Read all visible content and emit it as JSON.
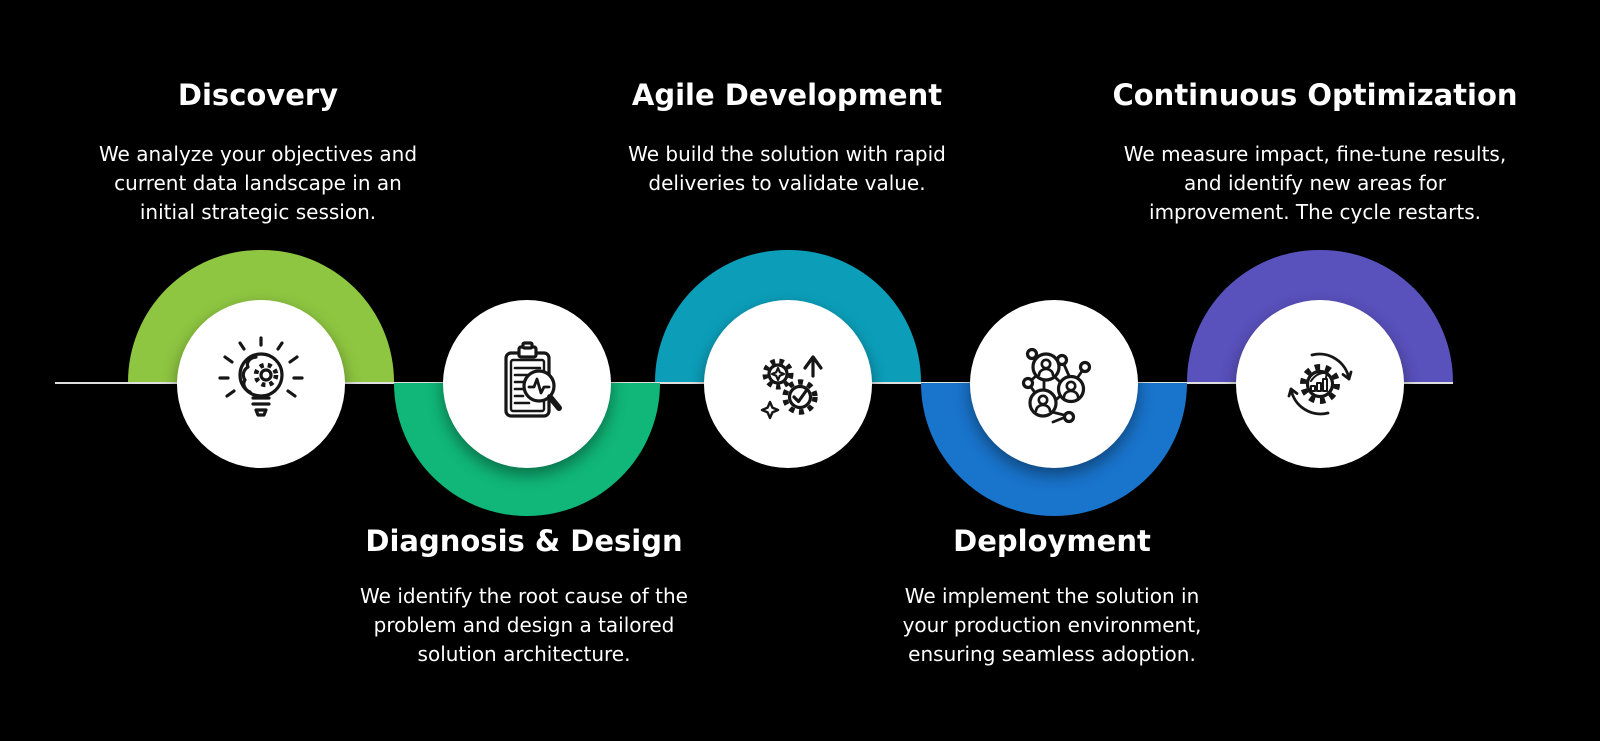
{
  "diagram": {
    "background_color": "#000000",
    "baseline_color": "#f2f2f2",
    "text_color": "#ffffff",
    "steps": [
      {
        "id": "discovery",
        "title": "Discovery",
        "description": "We analyze your objectives and\ncurrent data landscape in an\ninitial strategic session.",
        "position": "top",
        "shape": "dome",
        "color": "#8EC641",
        "icon": "idea-bulb-brain-gear-icon"
      },
      {
        "id": "diagnosis-design",
        "title": "Diagnosis & Design",
        "description": "We identify the root cause of the\nproblem and design a tailored\nsolution architecture.",
        "position": "bottom",
        "shape": "bowl",
        "color": "#10B778",
        "icon": "clipboard-magnifier-icon"
      },
      {
        "id": "agile-development",
        "title": "Agile Development",
        "description": "We build the solution with rapid\ndeliveries to validate value.",
        "position": "top",
        "shape": "dome",
        "color": "#0C9EB9",
        "icon": "gears-growth-arrow-icon"
      },
      {
        "id": "deployment",
        "title": "Deployment",
        "description": "We implement the solution in\nyour production environment,\nensuring seamless adoption.",
        "position": "bottom",
        "shape": "bowl",
        "color": "#1974CC",
        "icon": "people-network-icon"
      },
      {
        "id": "continuous-optimization",
        "title": "Continuous Optimization",
        "description": "We measure impact, fine-tune results,\nand identify new areas for\nimprovement. The cycle restarts.",
        "position": "top",
        "shape": "dome",
        "color": "#5951BC",
        "icon": "gear-chart-cycle-icon"
      }
    ]
  }
}
